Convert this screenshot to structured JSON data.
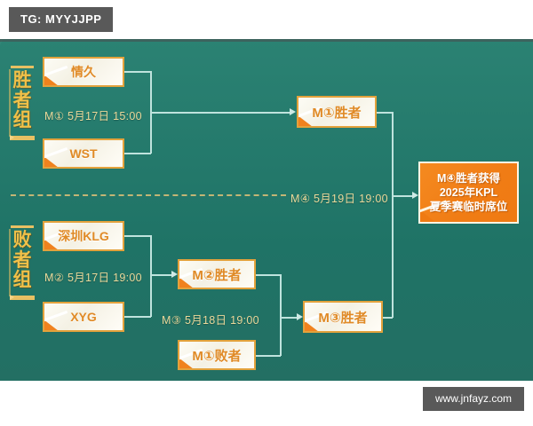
{
  "watermarks": {
    "top_tag": "TG: MYYJJPP",
    "bottom_site": "www.jnfayz.com"
  },
  "colors": {
    "background_teal": "#237a6c",
    "box_cream": "#fbf8ee",
    "box_border_orange": "#e3a23c",
    "accent_orange": "#f0821e",
    "label_gold": "#f0c048",
    "caption_gold": "#ead89a",
    "connector": "#bfe3dd",
    "watermark_gray": "#595959"
  },
  "groups": {
    "winners": {
      "name": "胜者组",
      "chars": [
        "胜",
        "者",
        "组"
      ]
    },
    "losers": {
      "name": "败者组",
      "chars": [
        "败",
        "者",
        "组"
      ]
    }
  },
  "bracket": {
    "winners_round1": {
      "team_top": "情久",
      "team_bottom": "WST",
      "caption": "M① 5月17日 15:00",
      "winner_box": "M①胜者"
    },
    "losers_round1": {
      "team_top": "深圳KLG",
      "team_bottom": "XYG",
      "caption": "M② 5月17日 19:00",
      "winner_box": "M②胜者"
    },
    "losers_round2": {
      "entrant_top": "M②胜者",
      "entrant_bottom": "M①败者",
      "caption": "M③ 5月18日 19:00",
      "winner_box": "M③胜者"
    },
    "final": {
      "caption": "M④ 5月19日 19:00",
      "prize_lines": [
        "M④胜者获得",
        "2025年KPL",
        "夏季赛临时席位"
      ]
    }
  }
}
